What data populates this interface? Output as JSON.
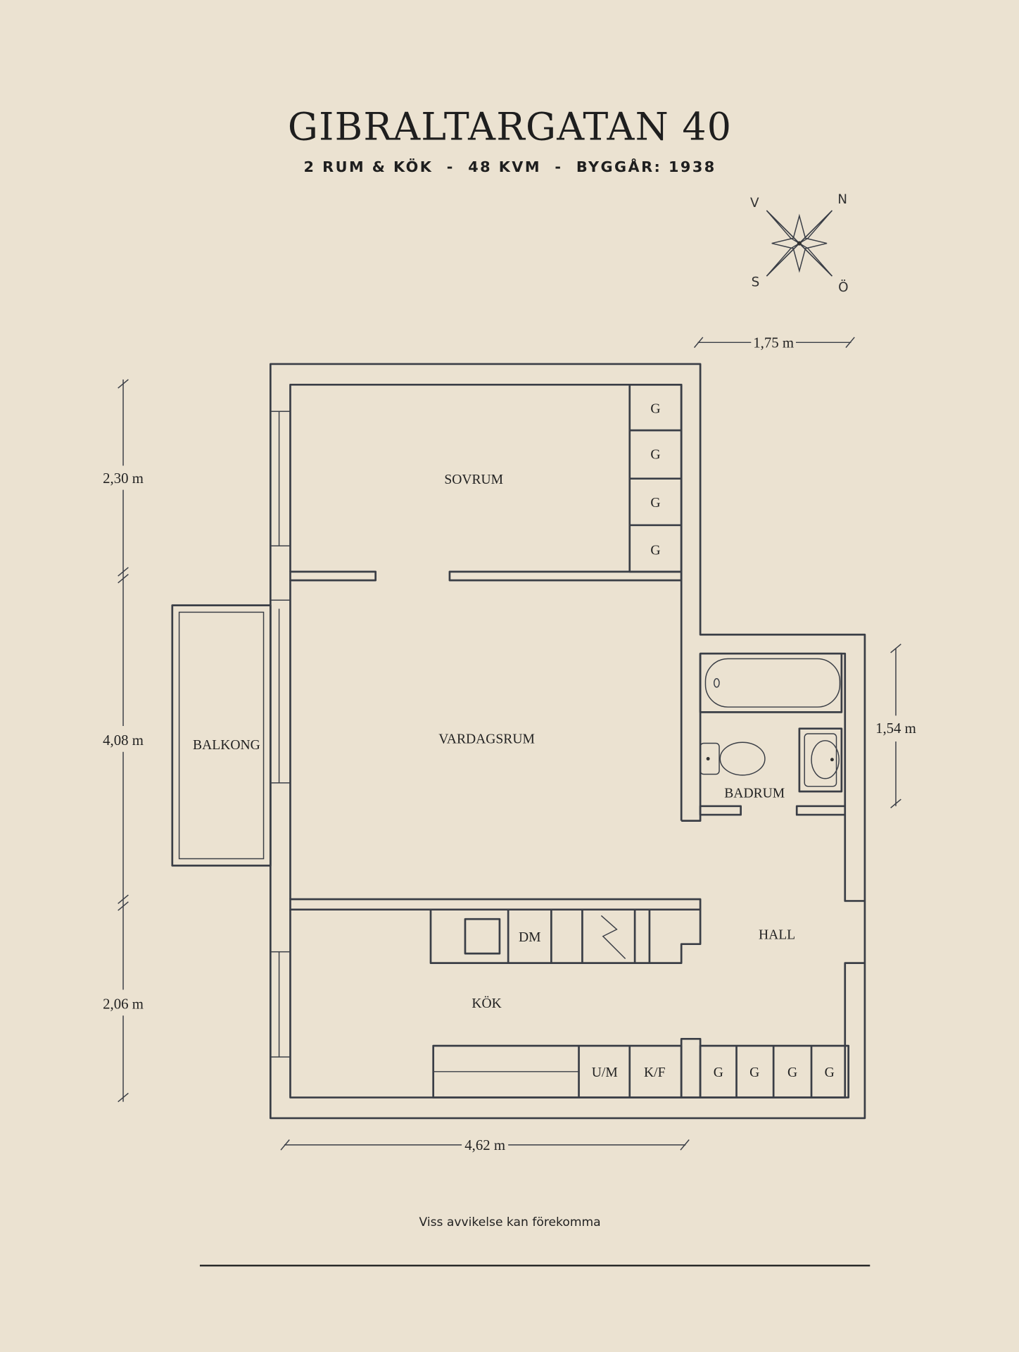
{
  "header": {
    "title": "GIBRALTARGATAN 40",
    "subtitle": "2 RUM & KÖK  -  48 KVM  -  BYGGÅR: 1938"
  },
  "compass": {
    "n": "N",
    "v": "V",
    "s": "S",
    "o": "Ö"
  },
  "rooms": {
    "sovrum": "SOVRUM",
    "vardagsrum": "VARDAGSRUM",
    "balkong": "BALKONG",
    "badrum": "BADRUM",
    "hall": "HALL",
    "kok": "KÖK"
  },
  "fixtures": {
    "wardrobe": "G",
    "dishwasher": "DM",
    "oven_micro": "U/M",
    "fridge_freezer": "K/F"
  },
  "dimensions": {
    "top": "1,75 m",
    "left_top": "2,30 m",
    "left_mid": "4,08 m",
    "left_bottom": "2,06 m",
    "right": "1,54 m",
    "bottom": "4,62 m"
  },
  "footer": {
    "note": "Viss avvikelse kan förekomma"
  },
  "colors": {
    "background": "#ebe2d1",
    "ink": "#3a3e46"
  }
}
